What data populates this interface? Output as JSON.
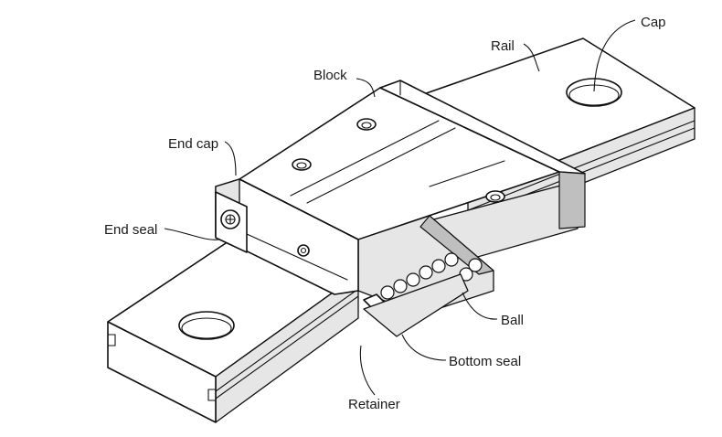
{
  "labels": {
    "cap": "Cap",
    "rail": "Rail",
    "block": "Block",
    "end_cap": "End cap",
    "end_seal": "End seal",
    "ball": "Ball",
    "bottom_seal": "Bottom seal",
    "retainer": "Retainer"
  }
}
